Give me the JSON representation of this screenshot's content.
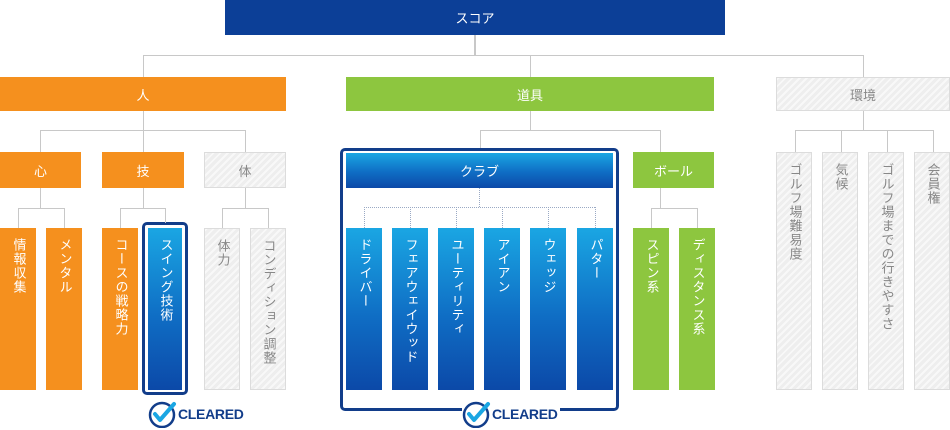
{
  "root": {
    "label": "スコア"
  },
  "categories": {
    "person": {
      "label": "人"
    },
    "equipment": {
      "label": "道具"
    },
    "environment": {
      "label": "環境"
    }
  },
  "person_groups": {
    "mind": {
      "label": "心",
      "items": [
        "情報収集",
        "メンタル"
      ]
    },
    "skill": {
      "label": "技",
      "items": [
        "コースの戦略力",
        "スイング技術"
      ]
    },
    "body": {
      "label": "体",
      "items": [
        "体力",
        "コンディション調整"
      ]
    }
  },
  "equipment_groups": {
    "club": {
      "label": "クラブ",
      "items": [
        "ドライバー",
        "フェアウェイウッド",
        "ユーティリティ",
        "アイアン",
        "ウェッジ",
        "パター"
      ]
    },
    "ball": {
      "label": "ボール",
      "items": [
        "スピン系",
        "ディスタンス系"
      ]
    }
  },
  "environment_items": [
    "ゴルフ場難易度",
    "気候",
    "ゴルフ場までの行きやすさ",
    "会員権"
  ],
  "badges": {
    "swing_cleared": "CLEARED",
    "club_cleared": "CLEARED"
  },
  "colors": {
    "root": "#0c3f97",
    "person": "#f5901e",
    "equipment": "#8dc63f",
    "environment": "#eeeeee",
    "cleared": "#123d8a",
    "cleared_fill": "#1aa6e3"
  }
}
